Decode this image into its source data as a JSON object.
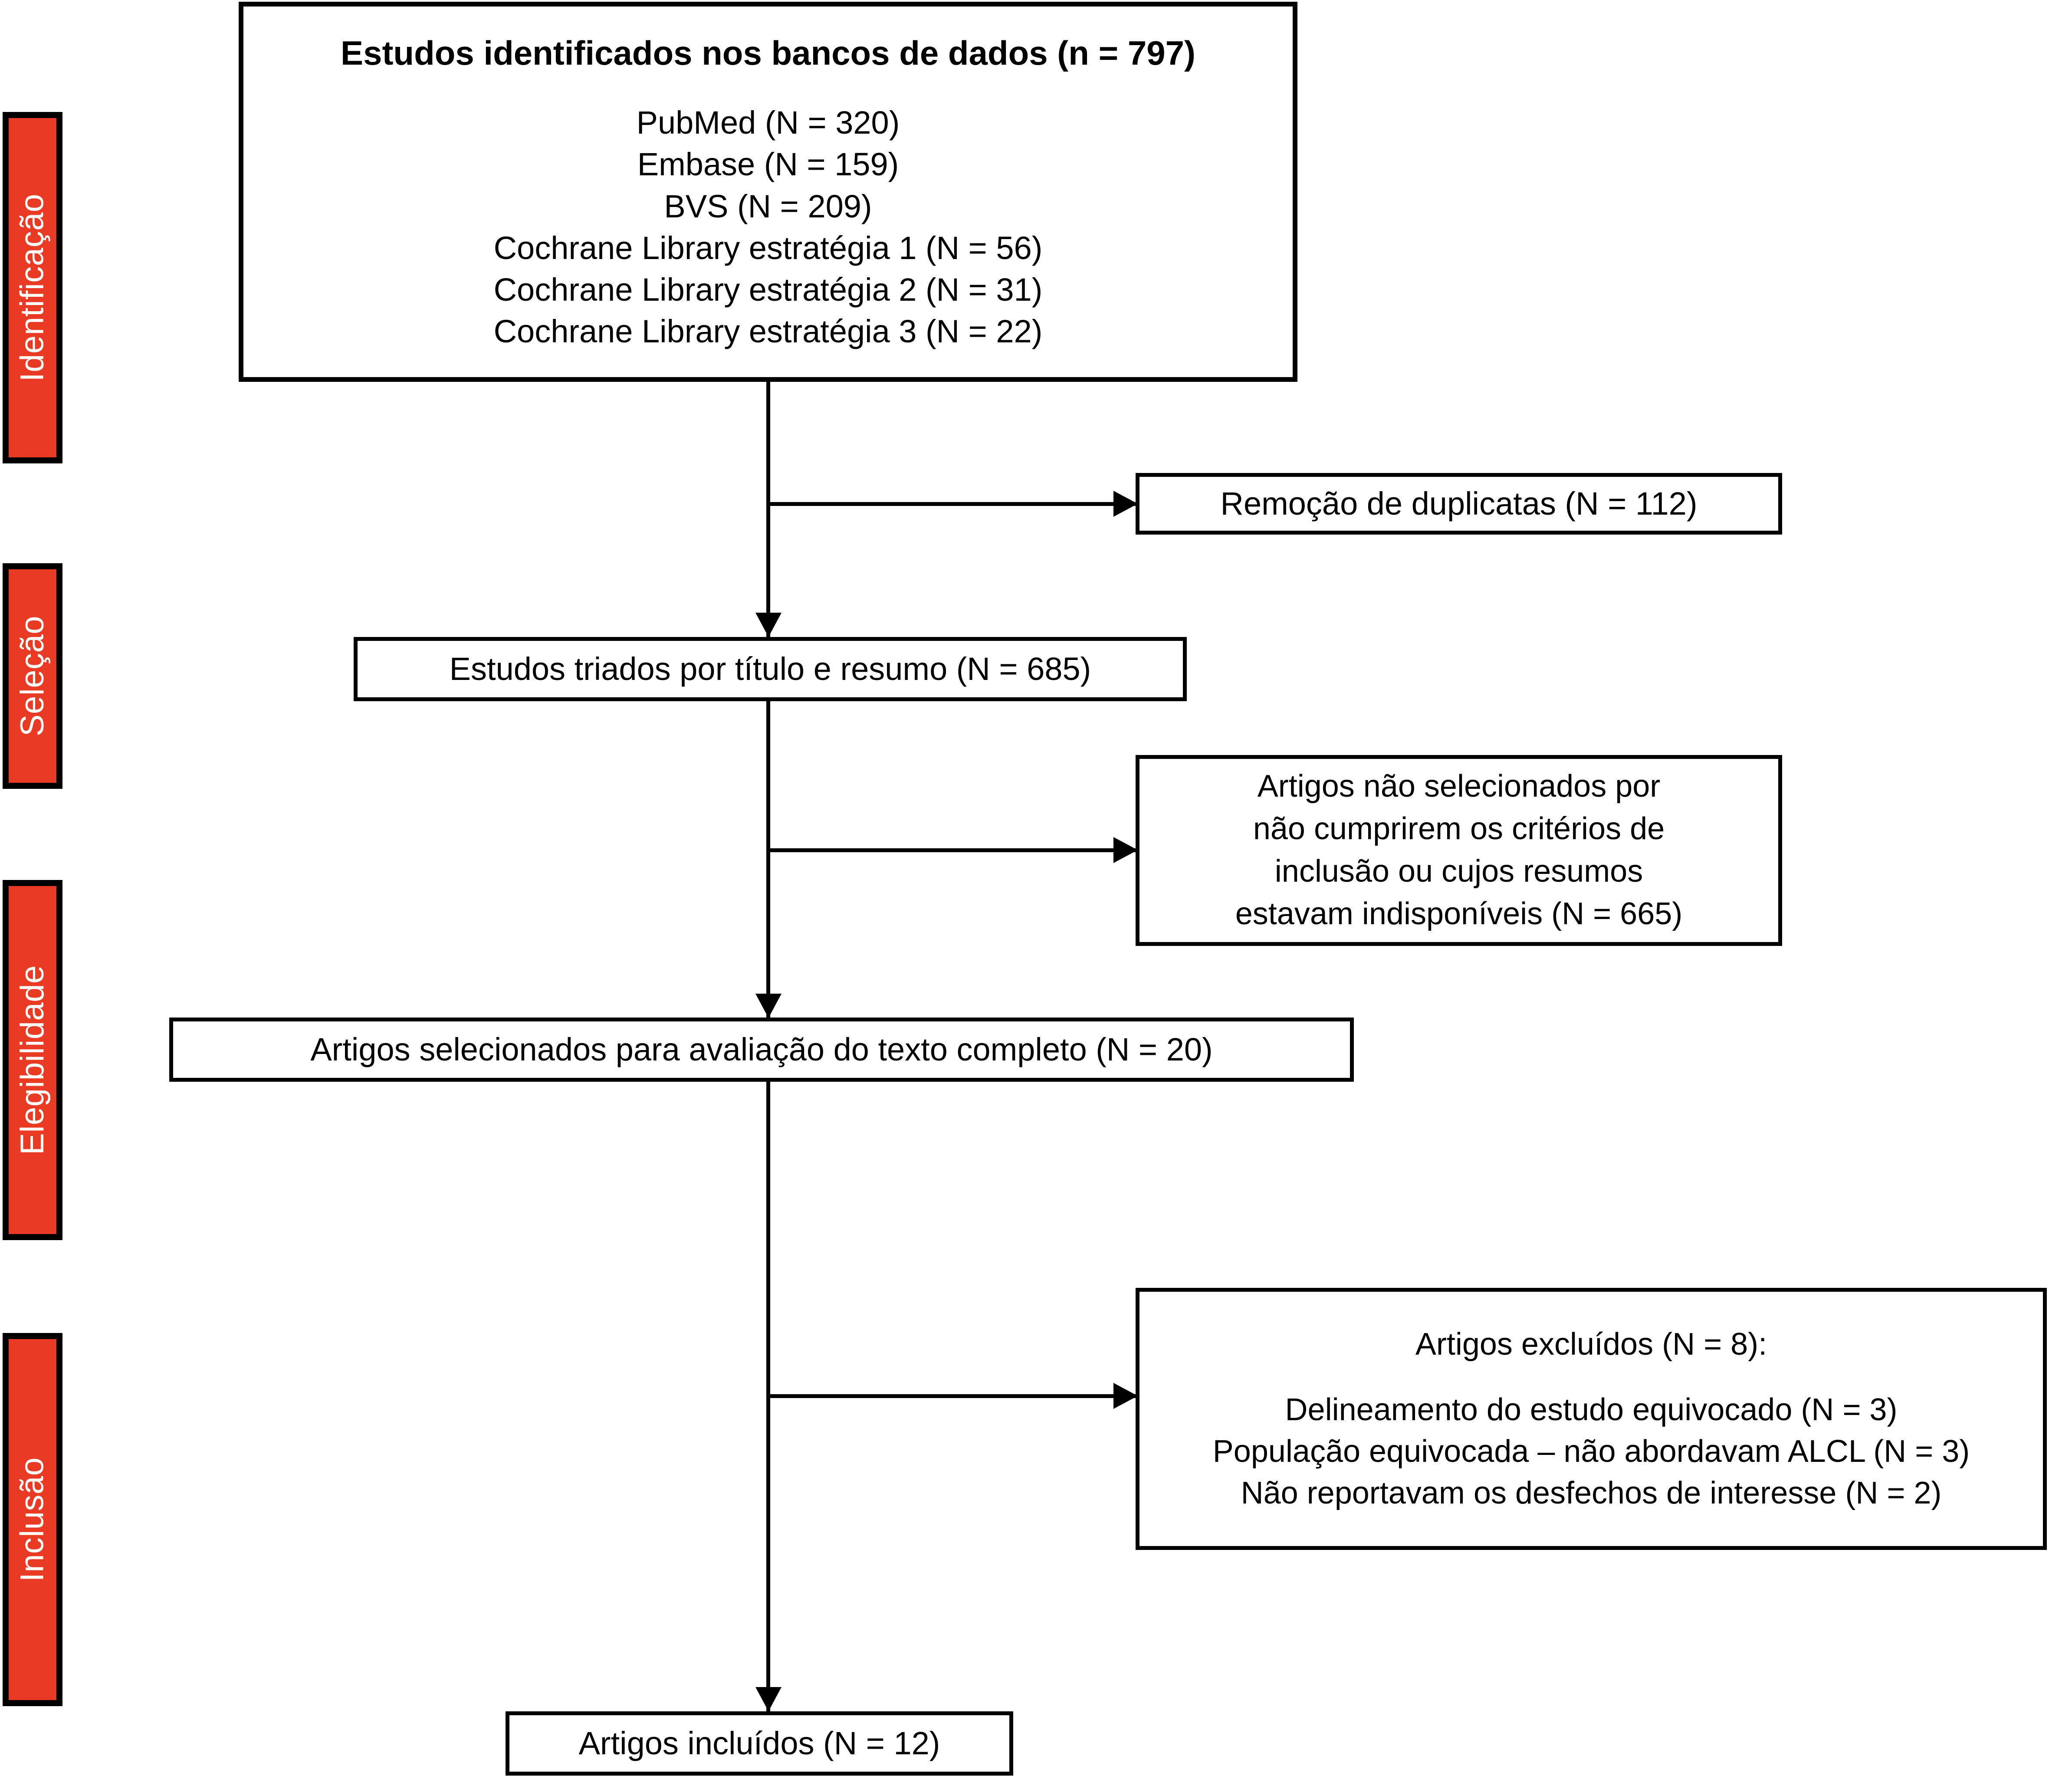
{
  "diagram": {
    "type": "prisma-flow-diagram",
    "language": "pt-BR",
    "accent_color": "#e93b23",
    "line_color": "#000000",
    "background_color": "#ffffff"
  },
  "stages": [
    {
      "id": "identificacao",
      "label": "Identificação"
    },
    {
      "id": "selecao",
      "label": "Seleção"
    },
    {
      "id": "elegibilidade",
      "label": "Elegibilidade"
    },
    {
      "id": "inclusao",
      "label": "Inclusão"
    }
  ],
  "boxes": {
    "identified": {
      "title": "Estudos identificados nos bancos de dados (n = 797)",
      "sources": [
        "PubMed (N = 320)",
        "Embase (N = 159)",
        "BVS (N = 209)",
        "Cochrane Library estratégia 1 (N = 56)",
        "Cochrane Library estratégia 2 (N = 31)",
        "Cochrane Library estratégia 3 (N = 22)"
      ]
    },
    "duplicates": {
      "text": "Remoção de duplicatas (N = 112)"
    },
    "screened": {
      "text": "Estudos triados por título e resumo (N = 685)"
    },
    "not_selected": {
      "lines": [
        "Artigos não selecionados por",
        "não cumprirem os critérios de",
        "inclusão ou cujos resumos",
        "estavam indisponíveis (N = 665)"
      ]
    },
    "full_text": {
      "text": "Artigos selecionados para avaliação do texto completo (N = 20)"
    },
    "excluded": {
      "title": "Artigos excluídos (N = 8):",
      "reasons": [
        "Delineamento do estudo equivocado (N = 3)",
        "População equivocada – não abordavam ALCL (N = 3)",
        "Não reportavam os desfechos de interesse (N = 2)"
      ]
    },
    "included": {
      "text": "Artigos incluídos (N = 12)"
    }
  },
  "chart_data": {
    "type": "table",
    "title": "Fluxograma PRISMA — seleção de estudos",
    "nodes": [
      {
        "stage": "Identificação",
        "label": "Estudos identificados nos bancos de dados",
        "n": 797
      },
      {
        "stage": "Identificação",
        "label": "PubMed",
        "n": 320
      },
      {
        "stage": "Identificação",
        "label": "Embase",
        "n": 159
      },
      {
        "stage": "Identificação",
        "label": "BVS",
        "n": 209
      },
      {
        "stage": "Identificação",
        "label": "Cochrane Library estratégia 1",
        "n": 56
      },
      {
        "stage": "Identificação",
        "label": "Cochrane Library estratégia 2",
        "n": 31
      },
      {
        "stage": "Identificação",
        "label": "Cochrane Library estratégia 3",
        "n": 22
      },
      {
        "stage": "Seleção",
        "label": "Remoção de duplicatas",
        "n": 112
      },
      {
        "stage": "Seleção",
        "label": "Estudos triados por título e resumo",
        "n": 685
      },
      {
        "stage": "Elegibilidade",
        "label": "Artigos não selecionados por não cumprirem os critérios de inclusão ou cujos resumos estavam indisponíveis",
        "n": 665
      },
      {
        "stage": "Elegibilidade",
        "label": "Artigos selecionados para avaliação do texto completo",
        "n": 20
      },
      {
        "stage": "Inclusão",
        "label": "Artigos excluídos",
        "n": 8
      },
      {
        "stage": "Inclusão",
        "label": "Delineamento do estudo equivocado",
        "n": 3
      },
      {
        "stage": "Inclusão",
        "label": "População equivocada – não abordavam ALCL",
        "n": 3
      },
      {
        "stage": "Inclusão",
        "label": "Não reportavam os desfechos de interesse",
        "n": 2
      },
      {
        "stage": "Inclusão",
        "label": "Artigos incluídos",
        "n": 12
      }
    ]
  }
}
